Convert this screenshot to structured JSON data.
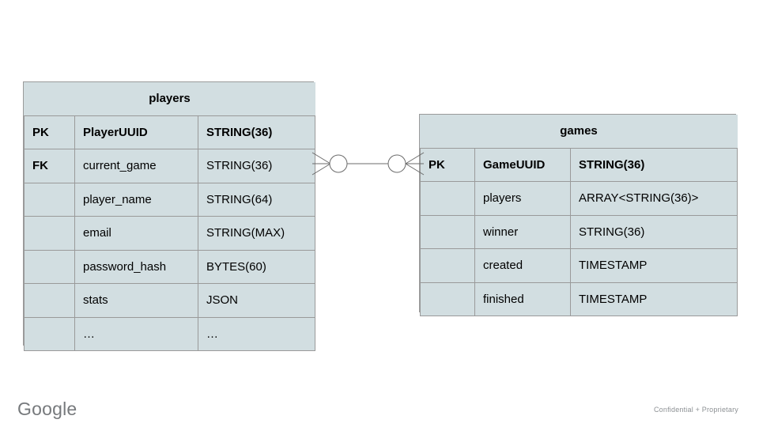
{
  "diagram": {
    "type": "entity-relationship",
    "entities": [
      {
        "id": "players",
        "title": "players",
        "rows": [
          {
            "key": "PK",
            "name": "PlayerUUID",
            "type": "STRING(36)",
            "emphasis": true
          },
          {
            "key": "FK",
            "name": "current_game",
            "type": "STRING(36)",
            "emphasis": false
          },
          {
            "key": "",
            "name": "player_name",
            "type": "STRING(64)",
            "emphasis": false
          },
          {
            "key": "",
            "name": "email",
            "type": "STRING(MAX)",
            "emphasis": false
          },
          {
            "key": "",
            "name": "password_hash",
            "type": "BYTES(60)",
            "emphasis": false
          },
          {
            "key": "",
            "name": "stats",
            "type": "JSON",
            "emphasis": false
          },
          {
            "key": "",
            "name": "…",
            "type": "…",
            "emphasis": false
          }
        ]
      },
      {
        "id": "games",
        "title": "games",
        "rows": [
          {
            "key": "PK",
            "name": "GameUUID",
            "type": "STRING(36)",
            "emphasis": true
          },
          {
            "key": "",
            "name": "players",
            "type": "ARRAY<STRING(36)>",
            "emphasis": false
          },
          {
            "key": "",
            "name": "winner",
            "type": "STRING(36)",
            "emphasis": false
          },
          {
            "key": "",
            "name": "created",
            "type": "TIMESTAMP",
            "emphasis": false
          },
          {
            "key": "",
            "name": "finished",
            "type": "TIMESTAMP",
            "emphasis": false
          }
        ]
      }
    ],
    "relationship": {
      "from": "players",
      "to": "games",
      "from_field": "current_game",
      "to_field": "GameUUID",
      "left_notation": "zero-or-many",
      "right_notation": "zero-or-many",
      "line_color": "#6b6b6b"
    }
  },
  "colors": {
    "cell_fill": "#d2dee1",
    "border": "#9a9a9a",
    "text": "#000000",
    "footer_text": "#8d9194",
    "logo": "#76797c"
  },
  "footer": {
    "logo_text": "Google",
    "confidential_note": "Confidential + Proprietary"
  }
}
